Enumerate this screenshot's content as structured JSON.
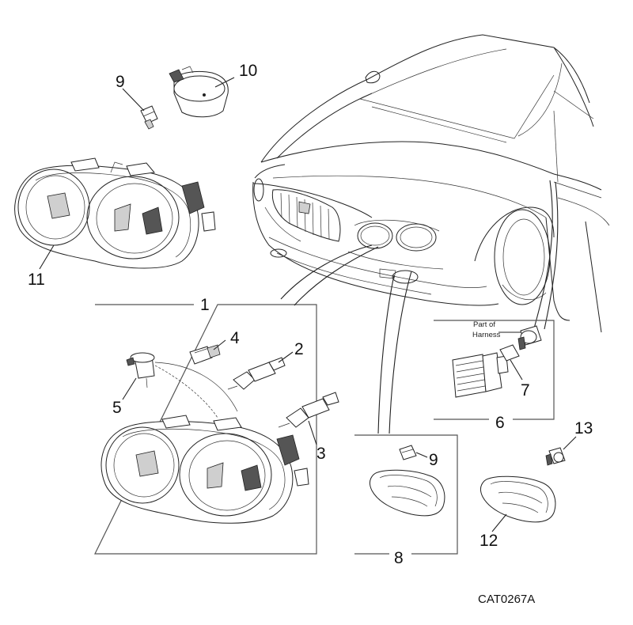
{
  "diagram": {
    "catalog_code": "CAT0267A",
    "harness_note": [
      "Part of",
      "Harness"
    ],
    "callouts": {
      "c1": "1",
      "c2": "2",
      "c3": "3",
      "c4": "4",
      "c5": "5",
      "c6": "6",
      "c7": "7",
      "c8": "8",
      "c9a": "9",
      "c9b": "9",
      "c10": "10",
      "c11": "11",
      "c12": "12",
      "c13": "13"
    }
  }
}
